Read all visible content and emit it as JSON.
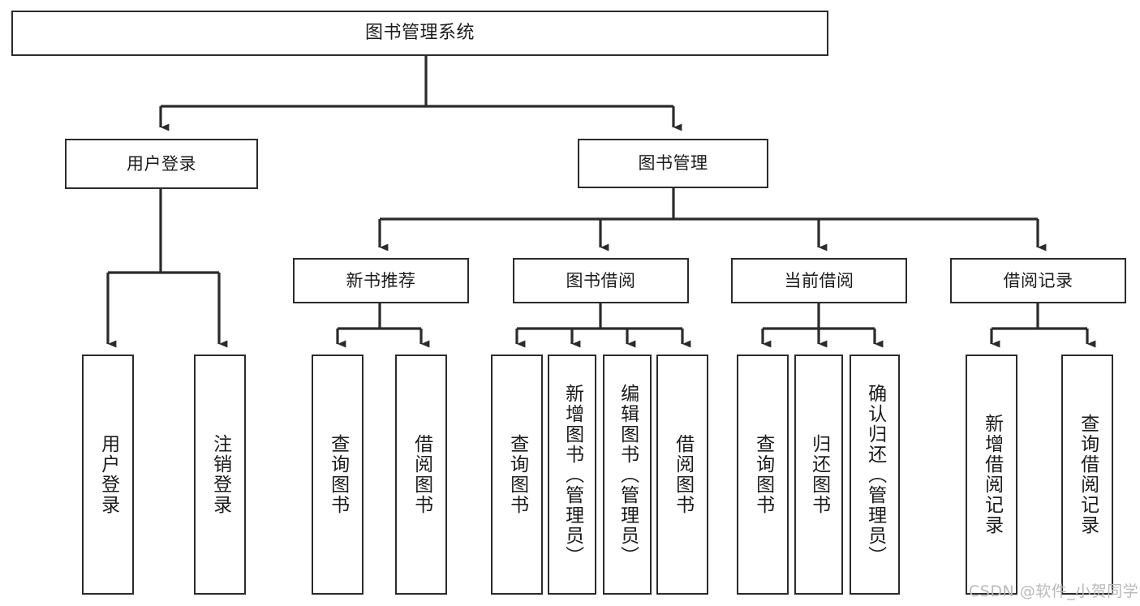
{
  "diagram": {
    "type": "tree-hierarchy",
    "root": {
      "id": "root",
      "label": "图书管理系统"
    },
    "level1": [
      {
        "id": "user-login",
        "label": "用户登录"
      },
      {
        "id": "book-manage",
        "label": "图书管理"
      }
    ],
    "level2": [
      {
        "id": "new-book-rec",
        "label": "新书推荐",
        "parent": "book-manage"
      },
      {
        "id": "book-borrow",
        "label": "图书借阅",
        "parent": "book-manage"
      },
      {
        "id": "current-borrow",
        "label": "当前借阅",
        "parent": "book-manage"
      },
      {
        "id": "borrow-record",
        "label": "借阅记录",
        "parent": "book-manage"
      }
    ],
    "leaves": [
      {
        "id": "leaf-user-login",
        "label": "用户登录",
        "parent": "user-login"
      },
      {
        "id": "leaf-user-logout",
        "label": "注销登录",
        "parent": "user-login"
      },
      {
        "id": "leaf-query-book-1",
        "label": "查询图书",
        "parent": "new-book-rec"
      },
      {
        "id": "leaf-borrow-book-1",
        "label": "借阅图书",
        "parent": "new-book-rec"
      },
      {
        "id": "leaf-query-book-2",
        "label": "查询图书",
        "parent": "book-borrow"
      },
      {
        "id": "leaf-add-book",
        "label": "新增图书（管理员）",
        "parent": "book-borrow"
      },
      {
        "id": "leaf-edit-book",
        "label": "编辑图书（管理员）",
        "parent": "book-borrow"
      },
      {
        "id": "leaf-borrow-book-2",
        "label": "借阅图书",
        "parent": "book-borrow"
      },
      {
        "id": "leaf-query-book-3",
        "label": "查询图书",
        "parent": "current-borrow"
      },
      {
        "id": "leaf-return-book",
        "label": "归还图书",
        "parent": "current-borrow"
      },
      {
        "id": "leaf-confirm-return",
        "label": "确认归还（管理员）",
        "parent": "current-borrow"
      },
      {
        "id": "leaf-add-record",
        "label": "新增借阅记录",
        "parent": "borrow-record"
      },
      {
        "id": "leaf-query-record",
        "label": "查询借阅记录",
        "parent": "borrow-record"
      }
    ]
  },
  "colors": {
    "stroke": "#2b2b2b",
    "text": "#1b1b1b",
    "background": "#ffffff",
    "watermark": "#b9b9b9"
  },
  "watermark": {
    "text": "CSDN @软件_小贺同学"
  }
}
